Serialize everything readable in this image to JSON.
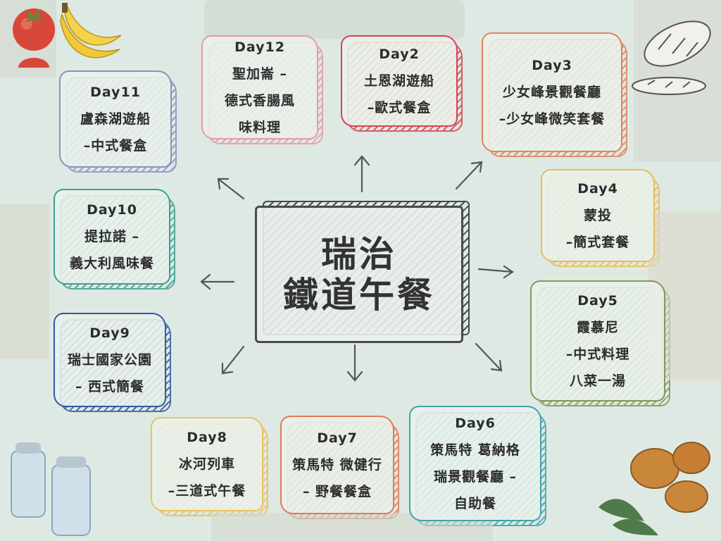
{
  "title": {
    "line1": "瑞治",
    "line2": "鐵道午餐"
  },
  "days": [
    {
      "id": "day2",
      "lines": [
        "Day2",
        "土恩湖遊船",
        "–歐式餐盒"
      ],
      "color": "#d9434e"
    },
    {
      "id": "day3",
      "lines": [
        "Day3",
        "少女峰景觀餐廳",
        "–少女峰微笑套餐"
      ],
      "color": "#e0845c"
    },
    {
      "id": "day4",
      "lines": [
        "Day4",
        "蒙投",
        "–簡式套餐"
      ],
      "color": "#e9bd5a"
    },
    {
      "id": "day5",
      "lines": [
        "Day5",
        "霞慕尼",
        "–中式料理",
        "八菜一湯"
      ],
      "color": "#7f9a56"
    },
    {
      "id": "day6",
      "lines": [
        "Day6",
        "策馬特 葛納格",
        "瑞景觀餐廳 –",
        "自助餐"
      ],
      "color": "#3fa3aa"
    },
    {
      "id": "day7",
      "lines": [
        "Day7",
        "策馬特 微健行",
        "– 野餐餐盒"
      ],
      "color": "#e07a55"
    },
    {
      "id": "day8",
      "lines": [
        "Day8",
        "冰河列車",
        "–三道式午餐"
      ],
      "color": "#eac25e"
    },
    {
      "id": "day9",
      "lines": [
        "Day9",
        "瑞士國家公園",
        "– 西式簡餐"
      ],
      "color": "#2f5a9e"
    },
    {
      "id": "day10",
      "lines": [
        "Day10",
        "提拉諾 –",
        "義大利風味餐"
      ],
      "color": "#3f9f93"
    },
    {
      "id": "day11",
      "lines": [
        "Day11",
        "盧森湖遊船",
        "–中式餐盒"
      ],
      "color": "#8d8fc4"
    },
    {
      "id": "day12",
      "lines": [
        "Day12",
        "聖加崙 –",
        "德式香腸風",
        "味料理"
      ],
      "color": "#e69aa6"
    }
  ]
}
